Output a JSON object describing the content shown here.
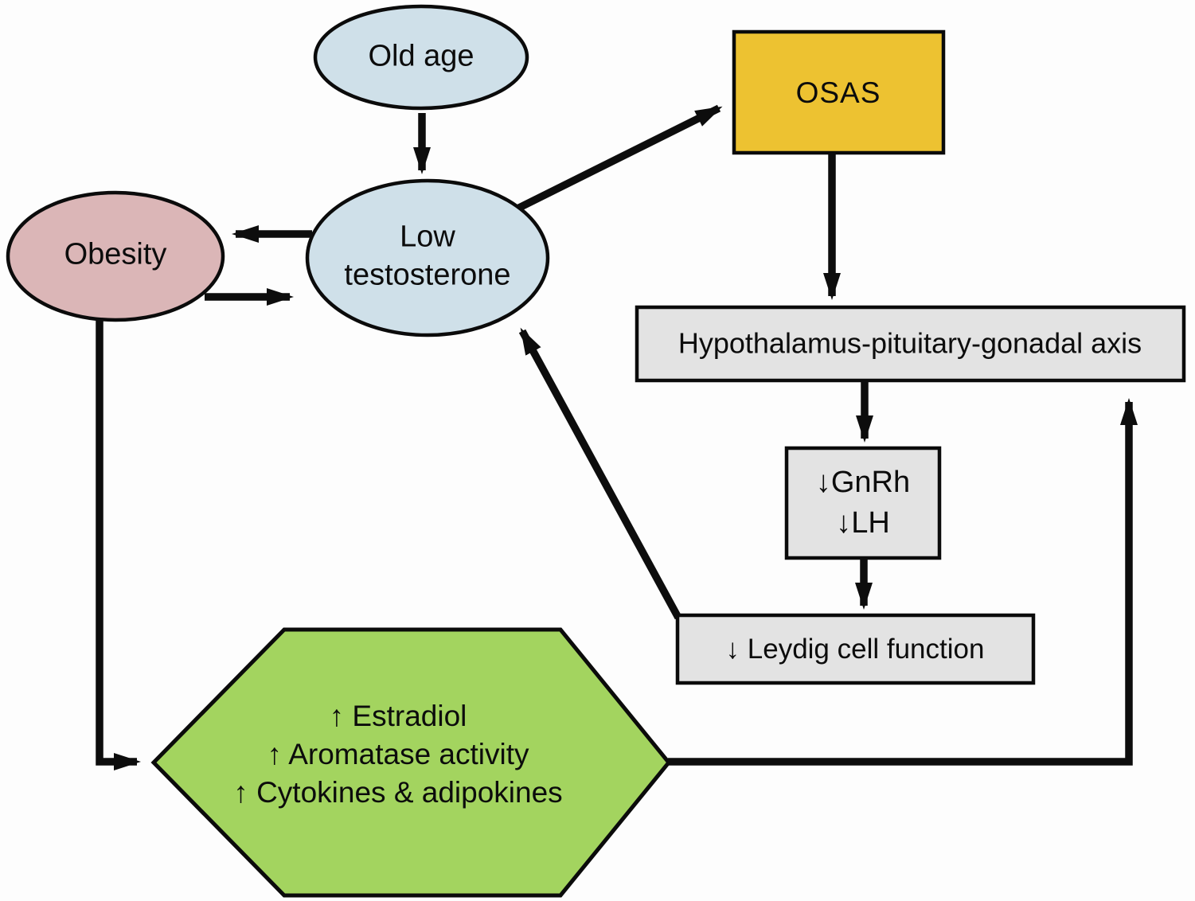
{
  "nodes": {
    "old_age": {
      "label": "Old age",
      "fill": "#cfe0e9"
    },
    "obesity": {
      "label": "Obesity",
      "fill": "#dbb6b7"
    },
    "low_testosterone": {
      "label": "Low testosterone",
      "fill": "#cfe0e9"
    },
    "osas": {
      "label": "OSAS",
      "fill": "#edc231"
    },
    "hpg_axis": {
      "label": "Hypothalamus-pituitary-gonadal axis",
      "fill": "#e3e3e3"
    },
    "gnrh_lh": {
      "lines": [
        "↓GnRh",
        "↓LH"
      ],
      "fill": "#e3e3e3"
    },
    "leydig": {
      "label": "↓ Leydig cell function",
      "fill": "#e3e3e3"
    },
    "hexagon": {
      "lines": [
        "↑ Estradiol",
        "↑ Aromatase activity",
        "↑ Cytokines & adipokines"
      ],
      "fill": "#a3d45f"
    }
  },
  "edges": [
    {
      "from": "Old age",
      "to": "Low testosterone"
    },
    {
      "from": "Low testosterone",
      "to": "OSAS"
    },
    {
      "from": "Low testosterone",
      "to": "Obesity"
    },
    {
      "from": "Obesity",
      "to": "Low testosterone"
    },
    {
      "from": "OSAS",
      "to": "Hypothalamus-pituitary-gonadal axis"
    },
    {
      "from": "Hypothalamus-pituitary-gonadal axis",
      "to": "↓GnRh ↓LH"
    },
    {
      "from": "↓GnRh ↓LH",
      "to": "↓ Leydig cell function"
    },
    {
      "from": "↓ Leydig cell function",
      "to": "Low testosterone"
    },
    {
      "from": "Obesity",
      "to": "↑ Estradiol ↑ Aromatase activity ↑ Cytokines & adipokines"
    },
    {
      "from": "↑ Estradiol ↑ Aromatase activity ↑ Cytokines & adipokines",
      "to": "Hypothalamus-pituitary-gonadal axis"
    }
  ],
  "colors": {
    "background": "#fdfdfd",
    "arrow": "#0d0d0d",
    "border": "#0b0b0b",
    "node_blue": "#cfe0e9",
    "node_pink": "#dbb6b7",
    "node_yellow": "#edc231",
    "node_gray": "#e3e3e3",
    "node_green": "#a3d45f"
  }
}
